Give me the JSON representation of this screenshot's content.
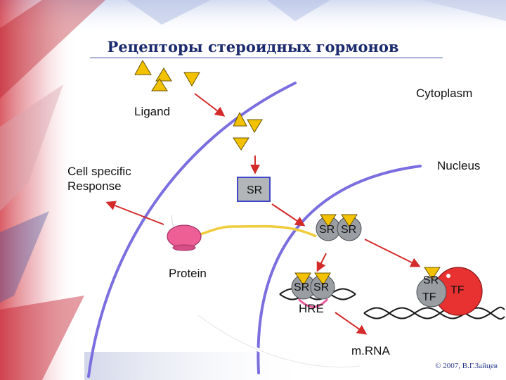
{
  "title": "Рецепторы стероидных гормонов",
  "labels": {
    "cytoplasm": "Cytoplasm",
    "ligand": "Ligand",
    "nucleus": "Nucleus",
    "cell_specific_line1": "Cell specific",
    "cell_specific_line2": "Response",
    "protein": "Protein",
    "hre": "HRE",
    "mrna": "m.RNA"
  },
  "sr_labels": {
    "sr_single": "SR",
    "sr_dimer_a": "SR",
    "sr_dimer_b": "SR",
    "sr_dna_a": "SR",
    "sr_dna_b": "SR",
    "sr_complex": "SR",
    "tf_small": "TF",
    "tf_large": "TF"
  },
  "copyright": "© 2007, В.Г.Зайцев",
  "colors": {
    "membrane": "#7b6fe0",
    "ligand_fill": "#f2c200",
    "ligand_stroke": "#6b5500",
    "arrow": "#d42a2a",
    "sr_box_fill": "#b3b6b8",
    "sr_box_stroke": "#3f46c8",
    "receptor_fill": "#9a9ea3",
    "tf_fill": "#e83131",
    "ribosome": "#ee5f96",
    "mrna_strand": "#f0cc3c",
    "title": "#1c2a6e"
  },
  "icons": [
    "ligand-triangle",
    "ribosome",
    "dna-helix",
    "receptor-circle"
  ]
}
